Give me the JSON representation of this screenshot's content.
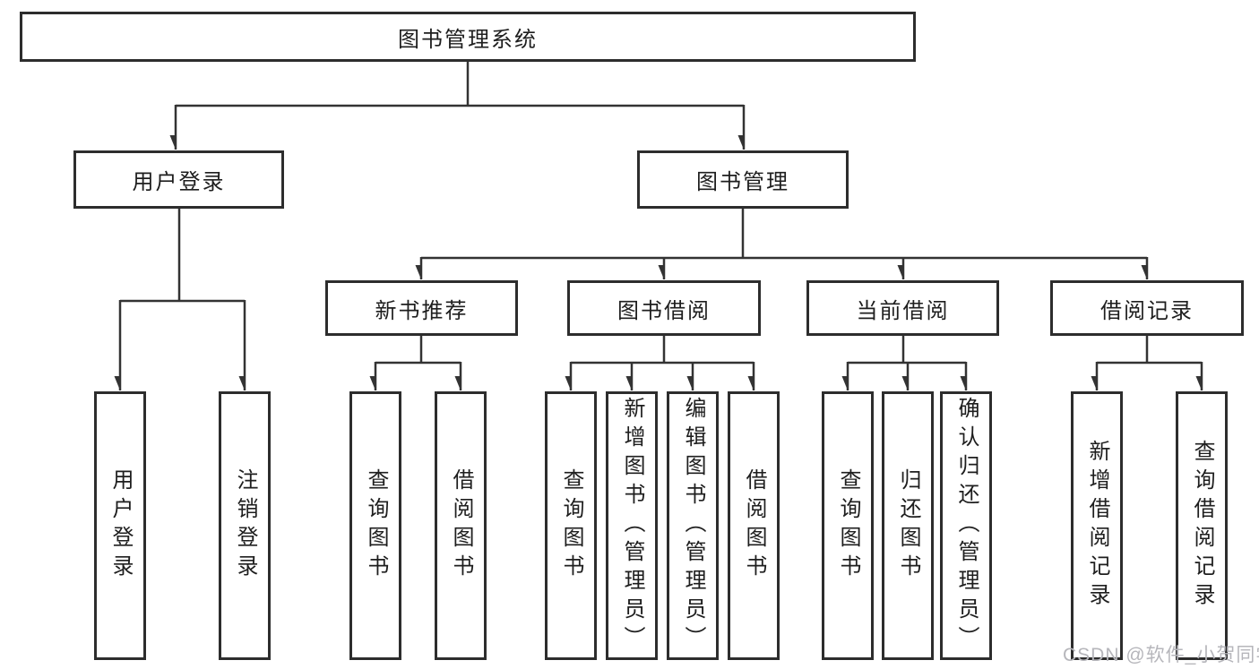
{
  "root": {
    "label": "图书管理系统"
  },
  "level2": {
    "user_login": "用户登录",
    "book_mgmt": "图书管理"
  },
  "level3": {
    "recommend": "新书推荐",
    "borrow": "图书借阅",
    "current": "当前借阅",
    "records": "借阅记录"
  },
  "leaves": {
    "login": [
      "用户登录",
      "注销登录"
    ],
    "recommend": [
      "查询图书",
      "借阅图书"
    ],
    "borrow": [
      "查询图书",
      "新增图书（管理员）",
      "编辑图书（管理员）",
      "借阅图书"
    ],
    "current": [
      "查询图书",
      "归还图书",
      "确认归还（管理员）"
    ],
    "records": [
      "新增借阅记录",
      "查询借阅记录"
    ]
  },
  "watermark": {
    "text": "CSDN @软件_小贺同学"
  },
  "colors": {
    "line": "#333333",
    "border": "#2d2d2d",
    "text": "#1e1e1e",
    "watermark": "#b6b6bb",
    "background": "#ffffff"
  }
}
